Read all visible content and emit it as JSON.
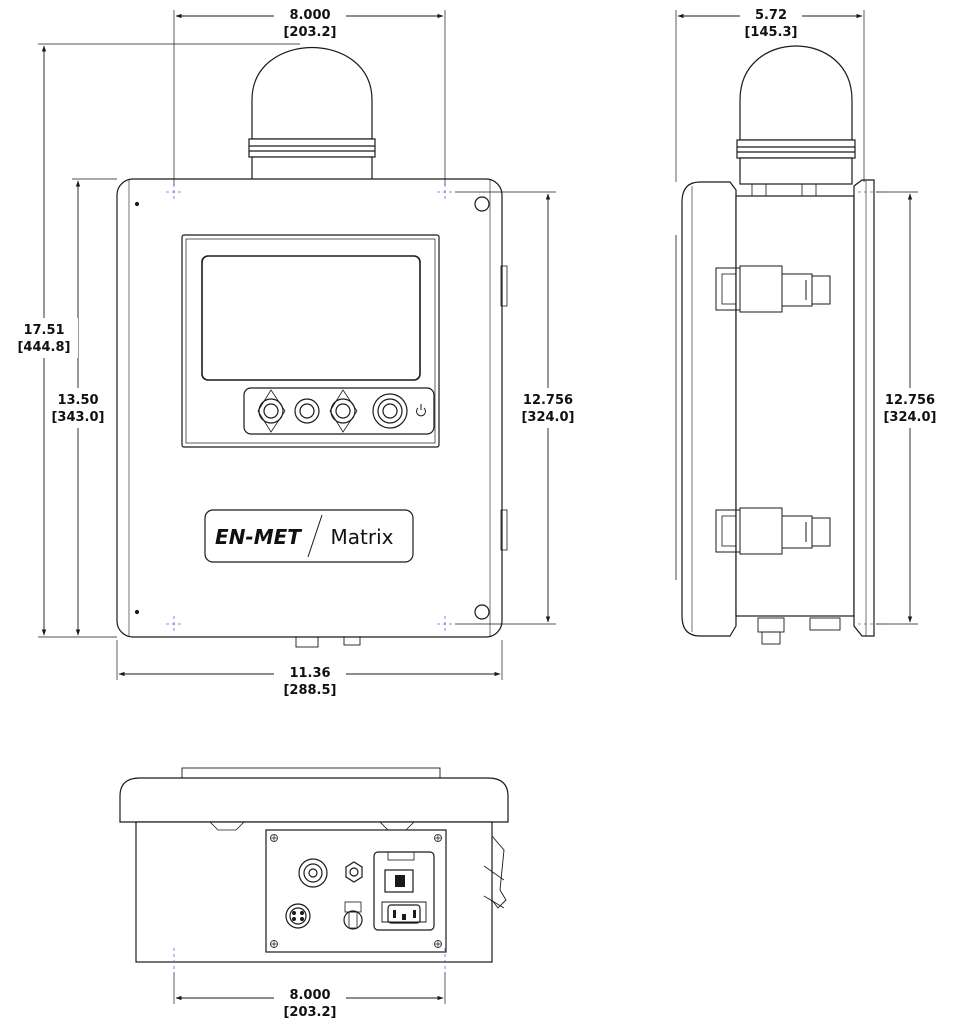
{
  "dimensions": {
    "front_top_width": {
      "value": "8.000",
      "metric": "[203.2]"
    },
    "front_overall_height": {
      "value": "17.51",
      "metric": "[444.8]"
    },
    "front_enclosure_height": {
      "value": "13.50",
      "metric": "[343.0]"
    },
    "front_mount_height": {
      "value": "12.756",
      "metric": "[324.0]"
    },
    "front_enclosure_width": {
      "value": "11.36",
      "metric": "[288.5]"
    },
    "side_depth": {
      "value": "5.72",
      "metric": "[145.3]"
    },
    "side_mount_height": {
      "value": "12.756",
      "metric": "[324.0]"
    },
    "bottom_mount_width": {
      "value": "8.000",
      "metric": "[203.2]"
    }
  },
  "label": {
    "brand": "EN-MET",
    "product": "Matrix"
  },
  "colors": {
    "line": "#1a1a1a",
    "hole_marker": "#5b6bd6",
    "background": "#ffffff"
  }
}
